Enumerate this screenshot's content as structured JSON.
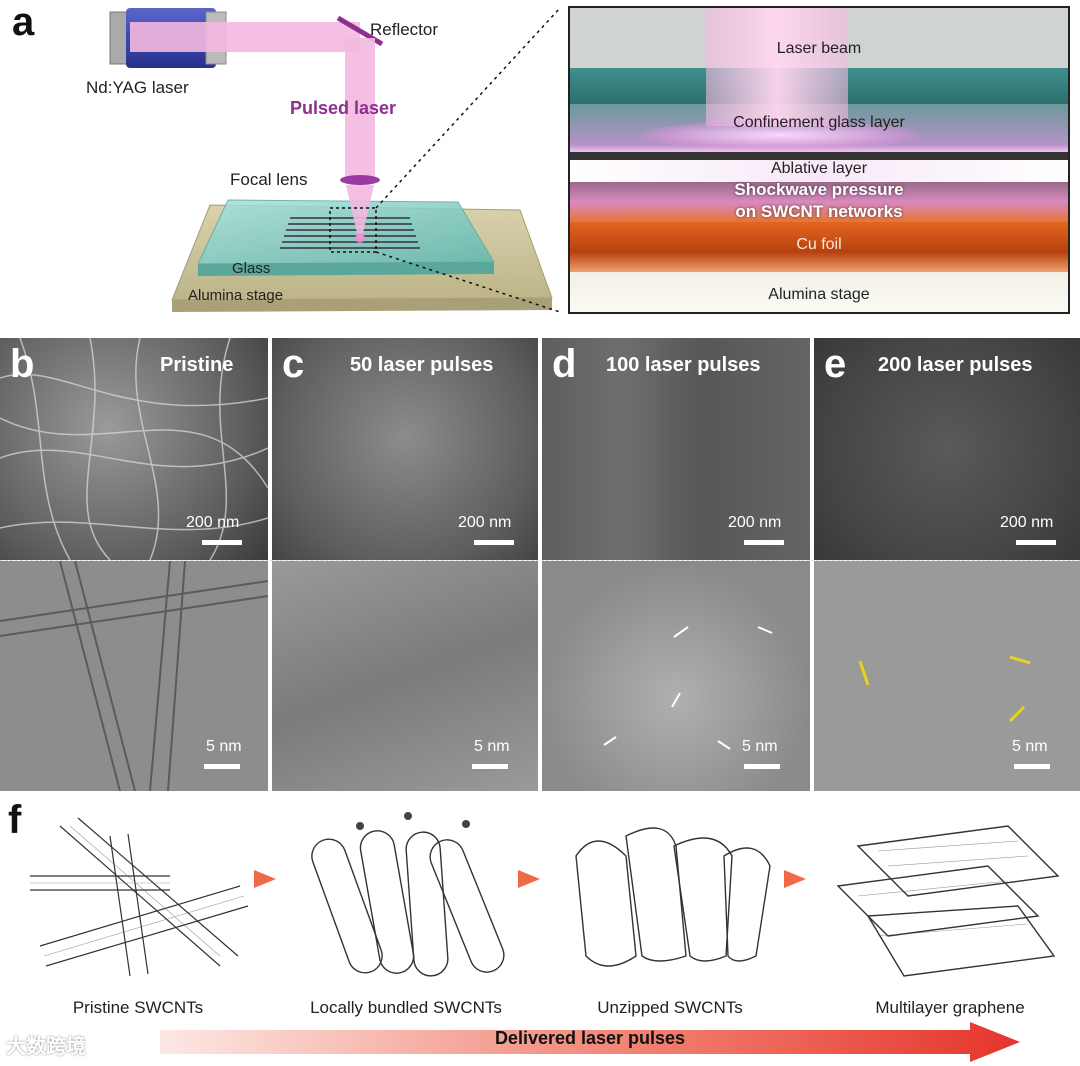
{
  "panel_a": {
    "letter": "a",
    "labels": {
      "laser": "Nd:YAG laser",
      "reflector": "Reflector",
      "pulsed_laser": "Pulsed laser",
      "focal_lens": "Focal lens",
      "glass": "Glass",
      "stage": "Alumina stage"
    },
    "zoom_layers": {
      "laser_beam": "Laser beam",
      "confinement": "Confinement glass layer",
      "ablative": "Ablative layer",
      "shockwave_line1": "Shockwave pressure",
      "shockwave_line2": "on SWCNT networks",
      "cu_foil": "Cu foil",
      "stage": "Alumina stage"
    }
  },
  "micro_panels": [
    {
      "letter": "b",
      "title": "Pristine",
      "sem_scale": "200 nm",
      "tem_scale": "5 nm"
    },
    {
      "letter": "c",
      "title": "50 laser pulses",
      "sem_scale": "200 nm",
      "tem_scale": "5 nm"
    },
    {
      "letter": "d",
      "title": "100 laser pulses",
      "sem_scale": "200 nm",
      "tem_scale": "5 nm"
    },
    {
      "letter": "e",
      "title": "200 laser pulses",
      "sem_scale": "200 nm",
      "tem_scale": "5 nm"
    }
  ],
  "panel_f": {
    "letter": "f",
    "stages": [
      "Pristine SWCNTs",
      "Locally bundled SWCNTs",
      "Unzipped SWCNTs",
      "Multilayer graphene"
    ],
    "bar_label": "Delivered laser pulses",
    "watermark": "大数跨境"
  },
  "colors": {
    "laser_pink": "#f3b8df",
    "pulsed_label": "#8e2f8f",
    "glass_teal": "#7fcfc8",
    "stage_khaki": "#cfc79e",
    "cu_orange": "#e4651f",
    "arrow_red": "#e5342b"
  }
}
